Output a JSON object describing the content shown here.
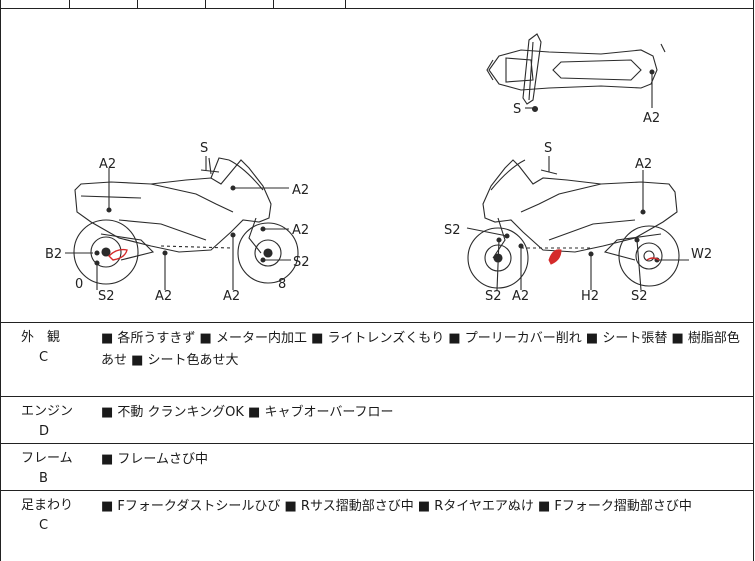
{
  "diagram": {
    "top_view": {
      "labels": [
        "S",
        "A2"
      ]
    },
    "left_view": {
      "labels": [
        "S",
        "A2",
        "A2",
        "A2",
        "S2",
        "B2",
        "0",
        "S2",
        "A2",
        "A2",
        "8"
      ]
    },
    "right_view": {
      "labels": [
        "S",
        "A2",
        "S2",
        "W2",
        "S2",
        "A2",
        "H2",
        "S2"
      ]
    },
    "mark_color": "#d42a2a"
  },
  "sections": [
    {
      "name": "外　観",
      "grade": "C",
      "notes": "■ 各所うすきず ■ メーター内加工 ■ ライトレンズくもり ■ プーリーカバー削れ ■ シート張替 ■ 樹脂部色あせ ■ シート色あせ大"
    },
    {
      "name": "エンジン",
      "grade": "D",
      "notes": "■ 不動 クランキングOK ■ キャブオーバーフロー"
    },
    {
      "name": "フレーム",
      "grade": "B",
      "notes": "■ フレームさび中"
    },
    {
      "name": "足まわり",
      "grade": "C",
      "notes": "■ Fフォークダストシールひび ■ Rサス摺動部さび中 ■ Rタイヤエアぬけ ■ Fフォーク摺動部さび中"
    }
  ]
}
